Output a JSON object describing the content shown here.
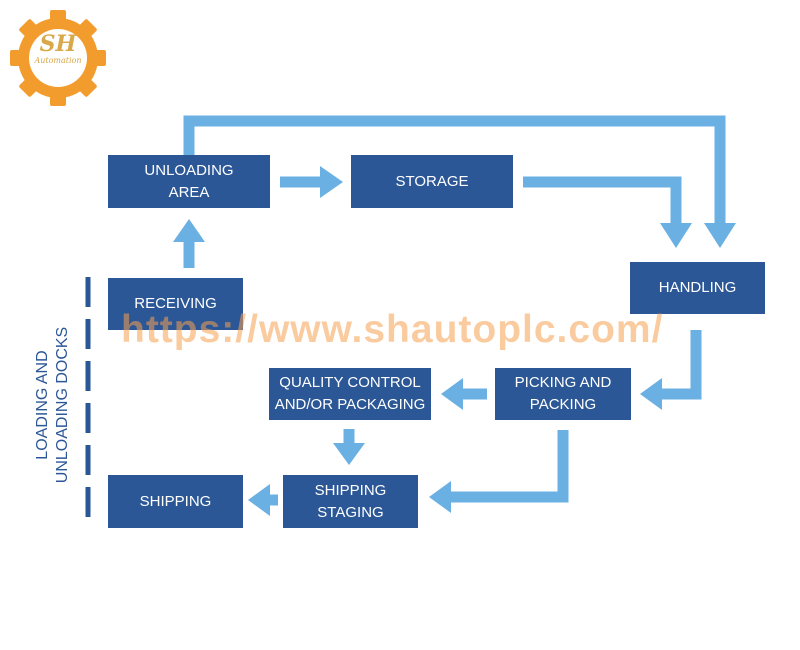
{
  "logo": {
    "text": "SH",
    "subtext": "Automation"
  },
  "watermark": "https://www.shautoplc.com/",
  "dock_label": "LOADING AND\nUNLOADING DOCKS",
  "nodes": {
    "unloading_area": "UNLOADING\nAREA",
    "storage": "STORAGE",
    "handling": "HANDLING",
    "receiving": "RECEIVING",
    "picking_packing": "PICKING AND\nPACKING",
    "quality_control": "QUALITY CONTROL\nAND/OR PACKAGING",
    "shipping_staging": "SHIPPING\nSTAGING",
    "shipping": "SHIPPING"
  },
  "colors": {
    "box": "#2b5797",
    "arrow": "#6ab0e3",
    "dock_line": "#2b5797",
    "logo_gear": "#f39c2e"
  }
}
